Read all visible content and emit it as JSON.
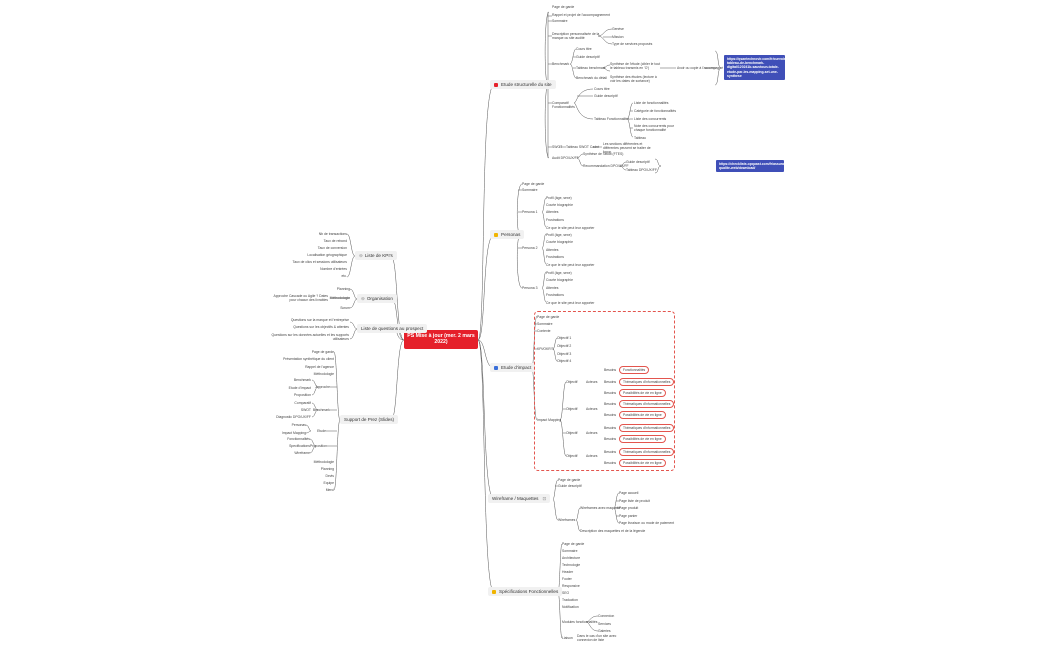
{
  "root": {
    "title": "PS Mise à jour (mer. 2 mars 2022)"
  },
  "branches": {
    "etude_structurelle": "Etude structurelle du site",
    "personas": "Personas",
    "etude_impact": "Etude d'impact",
    "wireframe": "Wireframe / Maquettes",
    "specs": "Spécifications Fonctionnelles",
    "kpis": "Liste de KPI's",
    "organisation": "Organisation",
    "questions": "Liste de questions au prospect",
    "support": "Support de Prez (Slides)"
  },
  "etude_structurelle": {
    "items": [
      "Page de garde",
      "Rappel et projet de l'accompagnement",
      "Sommaire",
      "Description personnalisée de la marque ou site audité",
      "Benchmark",
      "Comparatif Fonctionnalités",
      "SWOT",
      "Audit DPO/UX/FF"
    ],
    "description_children": [
      "Genèse",
      "Mission",
      "Type de services proposés"
    ],
    "benchmark_children": [
      "Cours titre",
      "Guide descriptif",
      "Tableau benchmark",
      "Benchmark du détail"
    ],
    "benchmark_sub": [
      "Synthèse de l'étude (cibler le tout le tableau transmis en 'O')",
      "Synthèse des études (lecture à voir les dates de sortance)"
    ],
    "benchmark_detail": "Avoir ou copie à l'accompagné",
    "link1": "https://qsantechnovir.com/fr/ourvoies/377c774-tableau-de-benchmark-digital/120241b-sauvtoun-totale-etude-par-les-mapping-set-une-synthese",
    "comparatif_children": [
      "Cours titre",
      "Guide descriptif",
      "Tableau Fonctionnalités"
    ],
    "comparatif_sub": [
      "Liste de fonctionnalités",
      "Catégorie de fonctionnalités",
      "Liste des concurrents",
      "Note des concurrents pour chaque fonctionnalité",
      "Tableau"
    ],
    "swot_child": "Tableau SWOT Cadré",
    "swot_sub": "Les sections différentes et différentes peuvent se traiter de façon",
    "audit_children": [
      "Synthèse de l'audit (FTES)",
      "Recommandation DPO/UX/FF"
    ],
    "audit_sub": [
      "Guide descriptif",
      "Tableau DPO/UX/FF"
    ],
    "link2": "https://checklists.opquast.com/fr/assurance-qualite-web/download/"
  },
  "personas": {
    "top": [
      "Page de garde",
      "Sommaire"
    ],
    "groups": [
      "Persona 1",
      "Persona 2",
      "Persona 3"
    ],
    "fields": [
      "Profil (âge, sexe)",
      "Courte biographie",
      "Attentes",
      "Frustrations",
      "Ce que le site peut leur apporter"
    ]
  },
  "etude_impact": {
    "top": [
      "Page de garde",
      "Sommaire",
      "Contexte",
      "KPI/OKR'S",
      "Impact Mapping"
    ],
    "kpis": [
      "Objectif 1",
      "Objectif 2",
      "Objectif 3",
      "Objectif 4"
    ],
    "mapping_labels": {
      "objectif": "Objectif",
      "acteurs": "Acteurs",
      "besoins": "Besoins"
    },
    "pills": [
      "Fonctionnalités",
      "Thématiques d'informationnelles",
      "Possibilités de vie en ligne",
      "Thématiques d'informationnelles",
      "Possibilités de vie en ligne",
      "Thématiques d'informationnelles",
      "Possibilités de vie en ligne",
      "Thématiques d'informationnelles",
      "Possibilités de vie en ligne"
    ]
  },
  "wireframe": {
    "top": [
      "Page de garde",
      "Guide descriptif",
      "Wireframes"
    ],
    "wf_children": [
      "Wireframes avec maquette",
      "Description des maquettes et de la légende"
    ],
    "pages": [
      "Page accueil",
      "Page liste de produit",
      "Page produit",
      "Page panier",
      "Page livraison ou mode de paiement"
    ]
  },
  "specs": {
    "items": [
      "Page de garde",
      "Sommaire",
      "Architecture",
      "Technologie",
      "Header",
      "Footer",
      "Responsive",
      "SEO",
      "Traduction",
      "Notification",
      "Modules fonctionnalités",
      "Liaison"
    ],
    "modules": [
      "Connexion",
      "Services",
      "Galeries"
    ],
    "liaison": "Dans le cas d'un site avec connexion de liste"
  },
  "kpis": {
    "items": [
      "Nb de transactions",
      "Taux de rebond",
      "Taux de conversion",
      "Localisation géographique",
      "Taux de clics et sessions utilisateurs",
      "Nombre d'entrées",
      "etc."
    ]
  },
  "organisation": {
    "items": [
      "Planning",
      "Méthodologie",
      "Scrum"
    ],
    "method_child": "Approche Cascade ou Agile ? Dates pour chacun des livrables"
  },
  "questions": {
    "items": [
      "Questions sur la marque et l'entreprise",
      "Questions sur les objectifs & attentes",
      "Questions sur les données actuelles et les supports utilisateurs"
    ]
  },
  "support": {
    "top": [
      "Page de garde",
      "Présentation synthétique du client",
      "Rappel de l'agence",
      "Méthodologie"
    ],
    "approche": "Approche",
    "approche_children": [
      "Benchmark",
      "Etude d'impact",
      "Proposition"
    ],
    "benchmark": "Benchmark",
    "benchmark_children": [
      "Comparatif",
      "SWOT",
      "Diagnostic DPO/UX/FF"
    ],
    "etude": "Etude",
    "etude_children": [
      "Personas",
      "Impact Mapping"
    ],
    "proposition": "Proposition",
    "proposition_children": [
      "Fonctionnalités",
      "Specifications",
      "Wireframe"
    ],
    "bottom": [
      "Méthodologie",
      "Planning",
      "Devis",
      "Equipe",
      "Merci"
    ]
  },
  "colors": {
    "root": "#e5202a",
    "line": "#555555",
    "link": "#3f4fb8",
    "dash": "#e3554e",
    "badge_struct": "#e5202a",
    "badge_persona": "#f0b400",
    "badge_impact": "#3a6fd9"
  }
}
